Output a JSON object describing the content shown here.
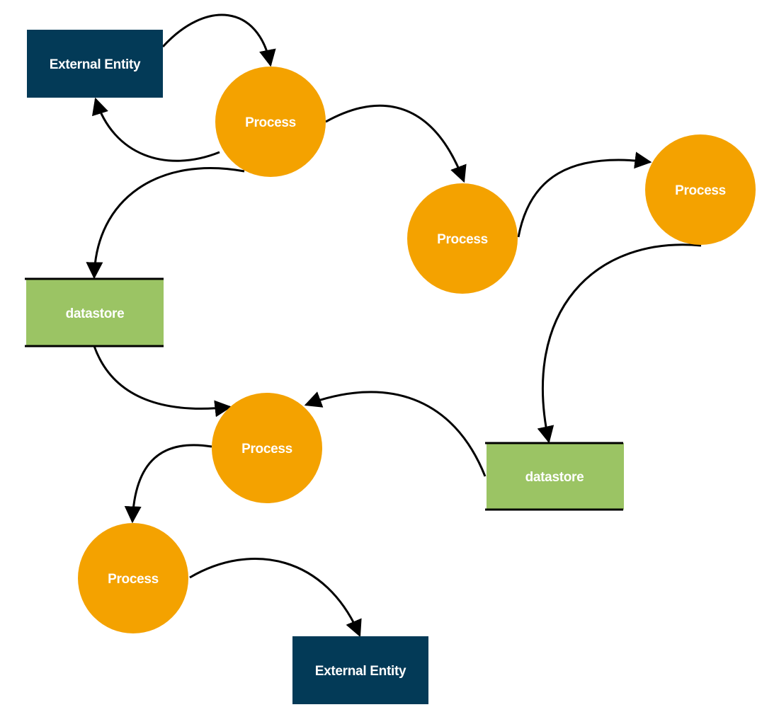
{
  "colors": {
    "external_entity": "#033a57",
    "process": "#f4a200",
    "datastore": "#9bc464",
    "arrow": "#000000",
    "label": "#ffffff",
    "background": "#ffffff"
  },
  "nodes": {
    "external_entity_top": {
      "shape": "rectangle",
      "label": "External Entity"
    },
    "process_1": {
      "shape": "circle",
      "label": "Process"
    },
    "process_2": {
      "shape": "circle",
      "label": "Process"
    },
    "process_3": {
      "shape": "circle",
      "label": "Process"
    },
    "datastore_left": {
      "shape": "open-rectangle",
      "label": "datastore"
    },
    "process_4": {
      "shape": "circle",
      "label": "Process"
    },
    "datastore_right": {
      "shape": "open-rectangle",
      "label": "datastore"
    },
    "process_5": {
      "shape": "circle",
      "label": "Process"
    },
    "external_entity_bottom": {
      "shape": "rectangle",
      "label": "External Entity"
    }
  },
  "edges": [
    {
      "from": "external_entity_top",
      "to": "process_1"
    },
    {
      "from": "process_1",
      "to": "external_entity_top"
    },
    {
      "from": "process_1",
      "to": "process_2"
    },
    {
      "from": "process_1",
      "to": "datastore_left"
    },
    {
      "from": "process_2",
      "to": "process_3"
    },
    {
      "from": "process_3",
      "to": "datastore_right"
    },
    {
      "from": "datastore_left",
      "to": "process_4"
    },
    {
      "from": "datastore_right",
      "to": "process_4"
    },
    {
      "from": "process_4",
      "to": "process_5"
    },
    {
      "from": "process_5",
      "to": "external_entity_bottom"
    }
  ]
}
